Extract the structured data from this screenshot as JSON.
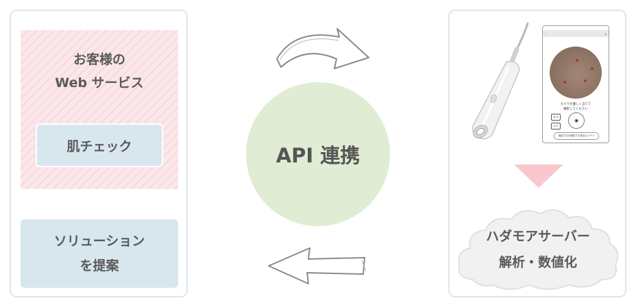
{
  "left": {
    "web_service_line1": "お客様の",
    "web_service_line2": "Web サービス",
    "skin_check": "肌チェック",
    "solution_line1": "ソリューション",
    "solution_line2": "を提案"
  },
  "center": {
    "api_label": "API 連携"
  },
  "phone": {
    "instruction_line1": "カメラを優しく当てて",
    "instruction_line2": "撮影してください",
    "side_button_top": "キメ",
    "side_button_bottom": "シミ",
    "guide_button": "撮影方法を確認する場合はコチラ"
  },
  "right": {
    "server_line1": "ハダモアサーバー",
    "server_line2": "解析・数値化"
  },
  "colors": {
    "pink_stripe": "#fbe7ea",
    "light_blue": "#d8e7ee",
    "api_green": "#e0ecd3",
    "triangle_pink": "#f8c8cc",
    "cloud_gray": "#f1f1f1"
  }
}
